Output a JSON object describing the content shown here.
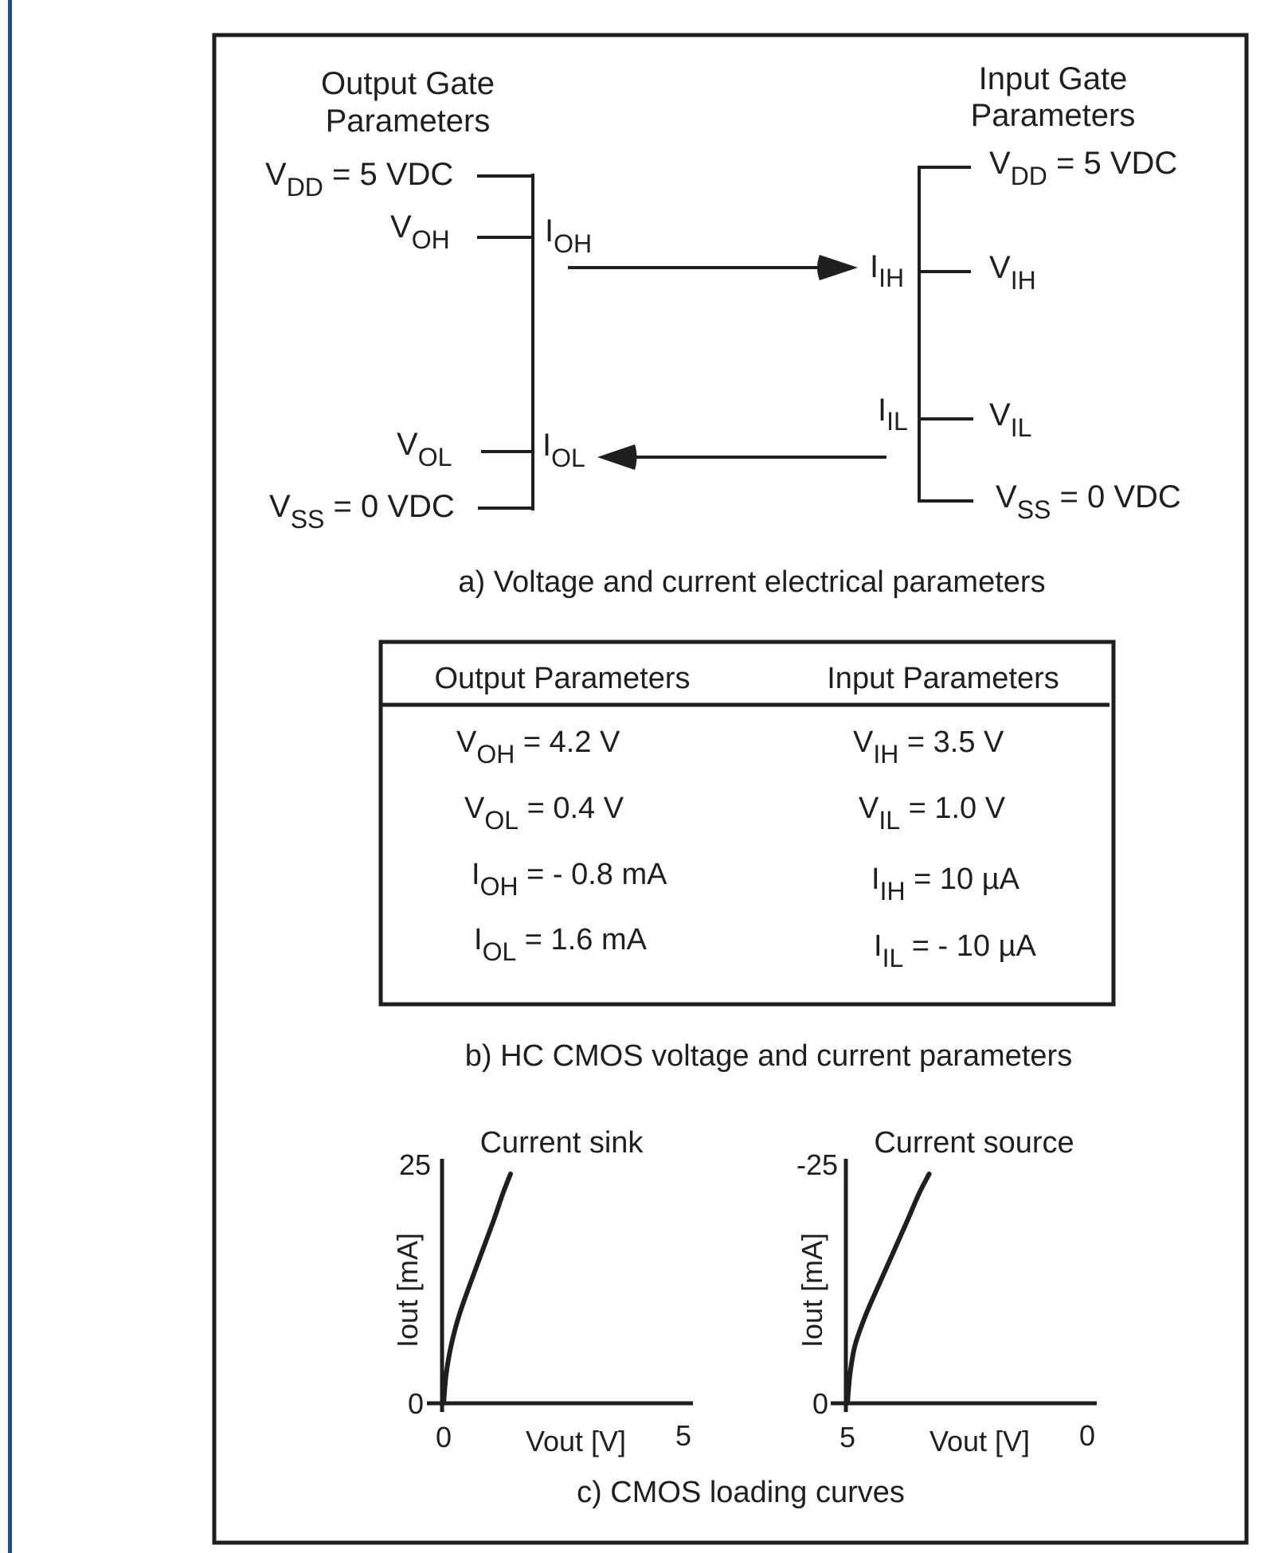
{
  "colors": {
    "left_rule": "#234b8a",
    "ink": "#1f1f1f",
    "background": "#ffffff"
  },
  "section_a": {
    "output_title_line1": "Output Gate",
    "output_title_line2": "Parameters",
    "input_title_line1": "Input Gate",
    "input_title_line2": "Parameters",
    "output_labels": {
      "vdd": {
        "main": "V",
        "sub": "DD",
        "rest": " = 5 VDC"
      },
      "voh": {
        "main": "V",
        "sub": "OH"
      },
      "vol": {
        "main": "V",
        "sub": "OL"
      },
      "vss": {
        "main": "V",
        "sub": "SS",
        "rest": " = 0 VDC"
      }
    },
    "output_currents": {
      "ioh": {
        "main": "I",
        "sub": "OH"
      },
      "iol": {
        "main": "I",
        "sub": "OL"
      }
    },
    "input_labels": {
      "vdd": {
        "main": "V",
        "sub": "DD",
        "rest": " = 5 VDC"
      },
      "vih": {
        "main": "V",
        "sub": "IH"
      },
      "vil": {
        "main": "V",
        "sub": "IL"
      },
      "vss": {
        "main": "V",
        "sub": "SS",
        "rest": " = 0 VDC"
      }
    },
    "input_currents": {
      "iih": {
        "main": "I",
        "sub": "IH"
      },
      "iil": {
        "main": "I",
        "sub": "IL"
      }
    },
    "caption": "a) Voltage and current electrical parameters"
  },
  "section_b": {
    "headers": [
      "Output Parameters",
      "Input Parameters"
    ],
    "rows": [
      {
        "out": {
          "main": "V",
          "sub": "OH",
          "rest": " = 4.2 V"
        },
        "in": {
          "main": "V",
          "sub": "IH",
          "rest": " = 3.5 V"
        }
      },
      {
        "out": {
          "main": "V",
          "sub": "OL",
          "rest": " = 0.4 V"
        },
        "in": {
          "main": "V",
          "sub": "IL",
          "rest": " = 1.0 V"
        }
      },
      {
        "out": {
          "main": "I",
          "sub": "OH",
          "rest": " = - 0.8 mA"
        },
        "in": {
          "main": "I",
          "sub": "IH",
          "rest": " = 10 µA"
        }
      },
      {
        "out": {
          "main": "I",
          "sub": "OL",
          "rest": " = 1.6 mA"
        },
        "in": {
          "main": "I",
          "sub": "IL",
          "rest": " = - 10 µA"
        }
      }
    ],
    "caption": "b) HC CMOS voltage and current parameters"
  },
  "chart_data": [
    {
      "type": "line",
      "title": "Current sink",
      "xlabel": "Vout [V]",
      "ylabel": "Iout [mA]",
      "x_ticks": [
        "0",
        "5"
      ],
      "y_ticks": [
        "0",
        "25"
      ],
      "xlim": [
        0,
        5
      ],
      "ylim": [
        0,
        25
      ],
      "x": [
        0,
        0.05,
        0.15,
        0.3,
        0.5,
        0.75,
        1.0,
        1.2,
        1.35
      ],
      "y": [
        0,
        3,
        6,
        9,
        12,
        15.5,
        19,
        22,
        24
      ]
    },
    {
      "type": "line",
      "title": "Current source",
      "xlabel": "Vout [V]",
      "ylabel": "Iout [mA]",
      "x_ticks": [
        "5",
        "0"
      ],
      "y_ticks": [
        "0",
        "-25"
      ],
      "xlim": [
        5,
        0
      ],
      "ylim": [
        0,
        -25
      ],
      "x": [
        5,
        4.95,
        4.85,
        4.65,
        4.4,
        4.1,
        3.8,
        3.55,
        3.35
      ],
      "y": [
        0,
        -3,
        -6,
        -9,
        -12,
        -15.5,
        -19,
        -22,
        -24
      ]
    }
  ],
  "section_c": {
    "caption": "c) CMOS loading curves"
  }
}
